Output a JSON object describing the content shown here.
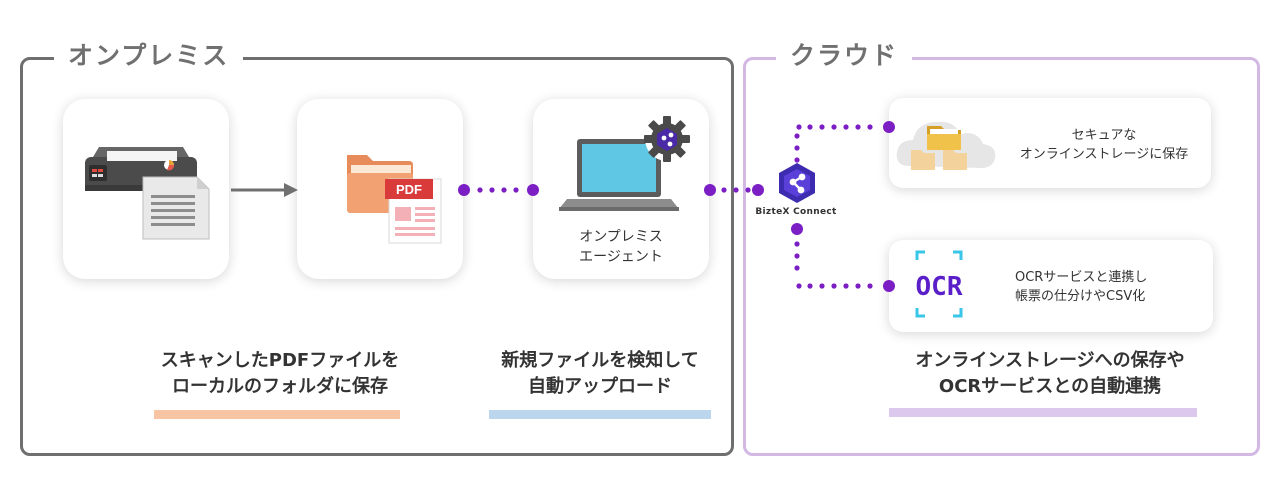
{
  "sections": {
    "onprem_title": "オンプレミス",
    "cloud_title": "クラウド"
  },
  "cards": {
    "pdf_badge": "PDF",
    "agent_label_line1": "オンプレミス",
    "agent_label_line2": "エージェント",
    "storage_line1": "セキュアな",
    "storage_line2": "オンラインストレージに保存",
    "ocr_logo": "OCR",
    "ocr_line1": "OCRサービスと連携し",
    "ocr_line2": "帳票の仕分けやCSV化"
  },
  "connector": {
    "label": "BizteX Connect"
  },
  "captions": {
    "scan_line1": "スキャンしたPDFファイルを",
    "scan_line2": "ローカルのフォルダに保存",
    "upload_line1": "新規ファイルを検知して",
    "upload_line2": "自動アップロード",
    "cloud_line1": "オンラインストレージへの保存や",
    "cloud_line2": "OCRサービスとの自動連携"
  },
  "colors": {
    "onprem_border": "#6f6f6f",
    "cloud_border": "#d2b8e3",
    "dot_purple": "#7b1fc4",
    "underline_orange": "#f7c5a3",
    "underline_blue": "#bcd6ee",
    "underline_purple": "#dcc8ec"
  }
}
